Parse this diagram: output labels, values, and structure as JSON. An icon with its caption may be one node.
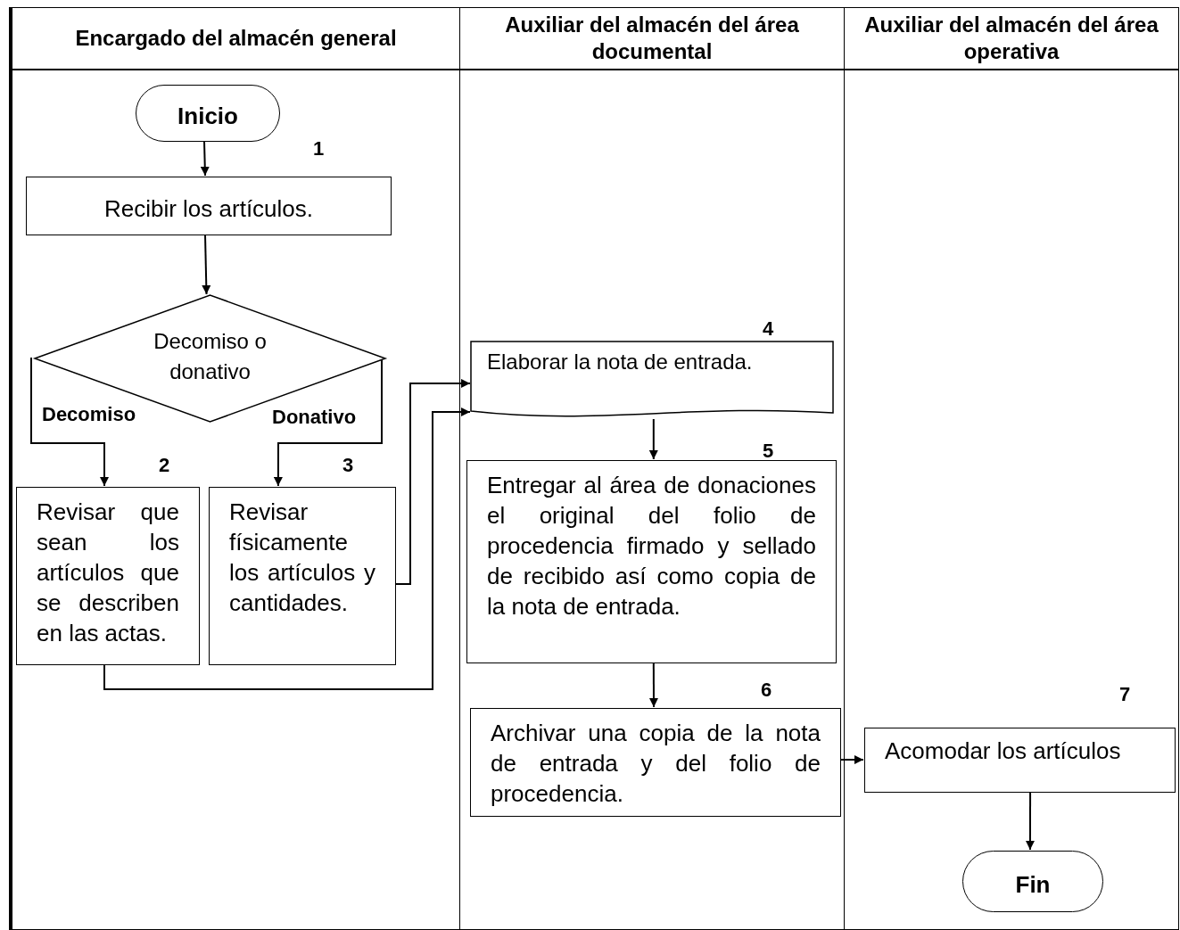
{
  "diagram": {
    "nodes": [
      {
        "text": [
          "Encargado del almacén general"
        ]
      },
      {
        "text": [
          "Auxiliar del almacén del área documental"
        ]
      },
      {
        "text": [
          "Auxiliar del almacén del área operativa"
        ]
      },
      {
        "text": [
          "Inicio"
        ],
        "in": 0
      },
      {
        "text": [
          "Recibir los artículos."
        ],
        "in": 0,
        "beside": [
          "1"
        ]
      },
      {
        "text": [
          "Decomiso o donativo"
        ],
        "in": 0
      },
      {
        "text": [
          "Revisar que sean los artículos que se describen en las actas."
        ],
        "in": 0,
        "beside": [
          "2"
        ]
      },
      {
        "text": [
          "Revisar físicamente los artículos y cantidades."
        ],
        "in": 0,
        "beside": [
          "3"
        ]
      },
      {
        "text": [
          "Elaborar la nota de entrada."
        ],
        "in": 1,
        "beside": [
          "4"
        ]
      },
      {
        "text": [
          "Entregar al área de donaciones el original del folio de procedencia firmado y sellado de recibido así como copia de la nota de entrada."
        ],
        "in": 1,
        "beside": [
          "5"
        ]
      },
      {
        "text": [
          "Archivar una copia de la nota de entrada y del folio de procedencia."
        ],
        "in": 1,
        "beside": [
          "6"
        ]
      },
      {
        "text": [
          "Acomodar los artículos"
        ],
        "in": 2,
        "beside": [
          "7"
        ]
      },
      {
        "text": [
          "Fin"
        ],
        "in": 2
      }
    ],
    "edges": [
      {
        "from": 3,
        "to": 4,
        "arrow": "to"
      },
      {
        "from": 4,
        "to": 5,
        "arrow": "to"
      },
      {
        "from": 5,
        "to": 6,
        "arrow": "to",
        "label": "Decomiso"
      },
      {
        "from": 5,
        "to": 7,
        "arrow": "to",
        "label": "Donativo"
      },
      {
        "from": 7,
        "to": 8,
        "arrow": "to"
      },
      {
        "from": 6,
        "to": 8,
        "arrow": "to"
      },
      {
        "from": 8,
        "to": 9,
        "arrow": "to"
      },
      {
        "from": 9,
        "to": 10,
        "arrow": "to"
      },
      {
        "from": 10,
        "to": 11,
        "arrow": "to"
      },
      {
        "from": 11,
        "to": 12,
        "arrow": "to"
      }
    ]
  }
}
